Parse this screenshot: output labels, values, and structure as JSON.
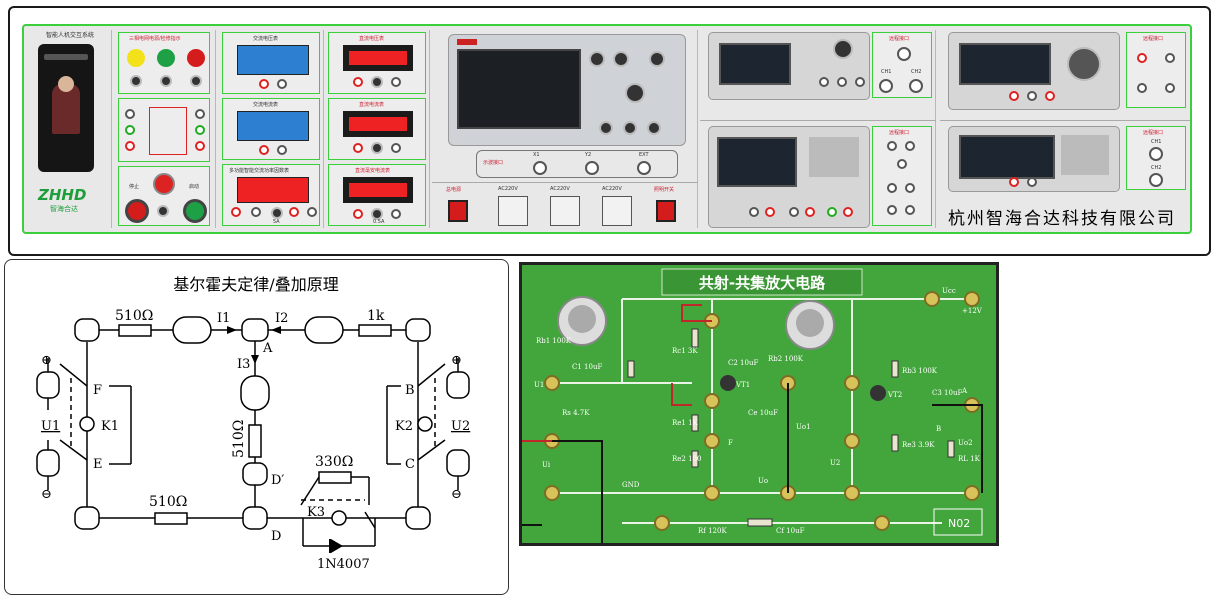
{
  "bench": {
    "hmi_title": "智能人机交互系统",
    "logo_text": "ZHHD",
    "logo_sub": "智海合达",
    "three_phase_title": "三相电网电源/检修指示",
    "ac_meter_1_title": "交流电压表",
    "ac_meter_2_title": "交流电流表",
    "power_meter_title": "多功能智能交流功率因数表",
    "dc_meter_1_title": "直流电压表",
    "dc_meter_2_title": "直流电流表",
    "dc_meter_3_title": "直流毫安电流表",
    "scope_ports": [
      "X1",
      "Y2",
      "EXT"
    ],
    "scope_port_label": "示波接口",
    "switch_label_left": "总电源",
    "switch_label_right": "照明开关",
    "socket_labels": [
      "AC220V",
      "AC220V",
      "AC220V"
    ],
    "remote_port_label": "远程接口",
    "channel_labels": [
      "CH1",
      "CH2"
    ],
    "stop_label": "停止",
    "start_label": "启动",
    "company": "杭州智海合达科技有限公司",
    "meter_range_a": "0.5A",
    "meter_range_b": "5A"
  },
  "circuit": {
    "title": "基尔霍夫定律/叠加原理",
    "r_top_left": "510Ω",
    "r_top_right": "1k",
    "r_middle": "510Ω",
    "r_bottom_left": "510Ω",
    "r_bottom_right": "330Ω",
    "currents": [
      "I1",
      "I2",
      "I3"
    ],
    "nodes": [
      "A",
      "B",
      "C",
      "D",
      "D′",
      "E",
      "F"
    ],
    "sources": [
      "U1",
      "U2"
    ],
    "switches": [
      "K1",
      "K2",
      "K3"
    ],
    "diode": "1N4007",
    "plus": "⊕",
    "minus": "⊖"
  },
  "pcb": {
    "title": "共射-共集放大电路",
    "board_id": "N02",
    "labels": [
      "Ucc",
      "+12V",
      "Rb1 100K",
      "Rb2 100K",
      "U1",
      "Ui",
      "Uo",
      "Uo1",
      "Uo2",
      "U2",
      "GND",
      "VT1",
      "VT2",
      "Rc1 3K",
      "Re1 1K",
      "Re2 100",
      "C1 10uF",
      "C2 10uF",
      "C3 10uF",
      "Ce 10uF",
      "Rb3 100K",
      "Re3 3.9K",
      "RL 1K",
      "Rf 120K",
      "Cf 10uF",
      "Rs 4.7K",
      "A",
      "B",
      "F"
    ]
  }
}
